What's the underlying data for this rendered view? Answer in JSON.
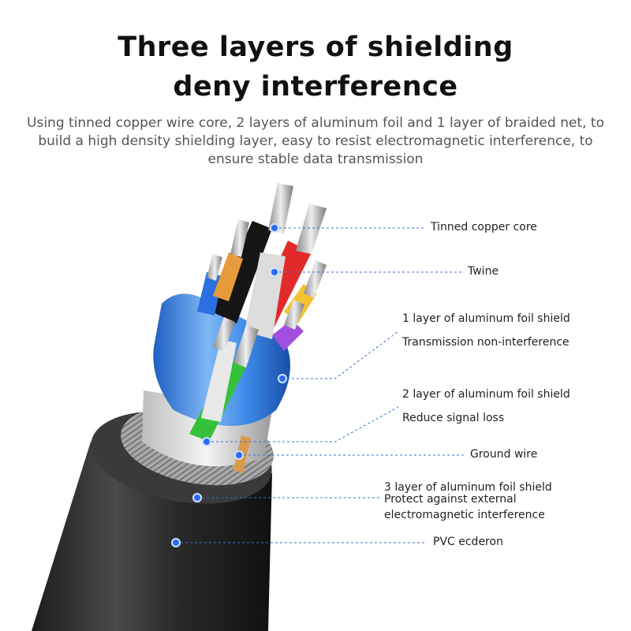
{
  "header": {
    "title_line1": "Three layers of shielding",
    "title_line2": "deny interference",
    "description": "Using tinned copper wire core, 2 layers of aluminum foil and 1 layer of braided net, to build a high density shielding layer, easy to resist electromagnetic interference, to ensure stable data transmission"
  },
  "callouts": {
    "tinned_copper_core": "Tinned copper core",
    "twine": "Twine",
    "foil1_title": "1 layer of aluminum foil shield",
    "foil1_desc": "Transmission non-interference",
    "foil2_title": "2 layer of aluminum foil shield",
    "foil2_desc": "Reduce signal loss",
    "ground_wire": "Ground wire",
    "foil3_title": "3 layer of aluminum foil shield",
    "foil3_desc_line1": "Protect against external",
    "foil3_desc_line2": "electromagnetic interference",
    "pvc": "PVC ecderon"
  },
  "colors": {
    "leader_line": "#3b6fd1",
    "dot": "#2a6cf0",
    "jacket": "#2b2b2b",
    "foil_blue": "#3a86e6",
    "wire_green": "#35c23a",
    "wire_red": "#e32a2a",
    "wire_black": "#151515",
    "wire_white": "#e8e8e8",
    "wire_yellow": "#f2c230",
    "wire_purple": "#a24fe0",
    "wire_blue": "#2c6fe0",
    "wire_orange": "#e89b3a"
  }
}
